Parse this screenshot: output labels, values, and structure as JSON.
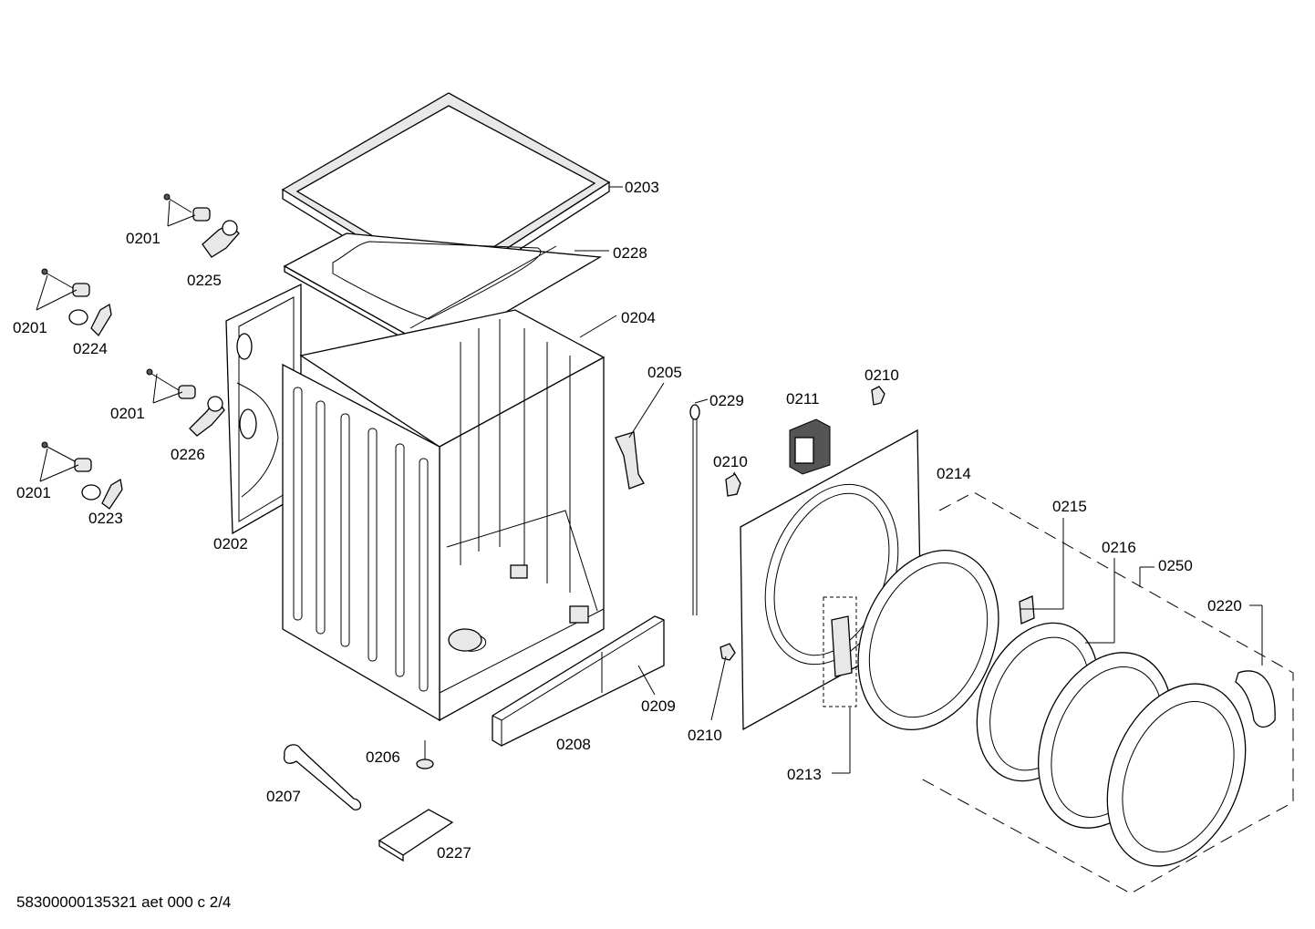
{
  "labels": {
    "l0201a": "0201",
    "l0201b": "0201",
    "l0201c": "0201",
    "l0201d": "0201",
    "l0202": "0202",
    "l0203": "0203",
    "l0204": "0204",
    "l0205": "0205",
    "l0206": "0206",
    "l0207": "0207",
    "l0208": "0208",
    "l0209": "0209",
    "l0210a": "0210",
    "l0210b": "0210",
    "l0210c": "0210",
    "l0211": "0211",
    "l0213": "0213",
    "l0214": "0214",
    "l0215": "0215",
    "l0216": "0216",
    "l0220": "0220",
    "l0223": "0223",
    "l0224": "0224",
    "l0225": "0225",
    "l0226": "0226",
    "l0227": "0227",
    "l0228": "0228",
    "l0229": "0229",
    "l0250": "0250"
  },
  "footer": {
    "text": "58300000135321 aet 000 c 2/4"
  }
}
